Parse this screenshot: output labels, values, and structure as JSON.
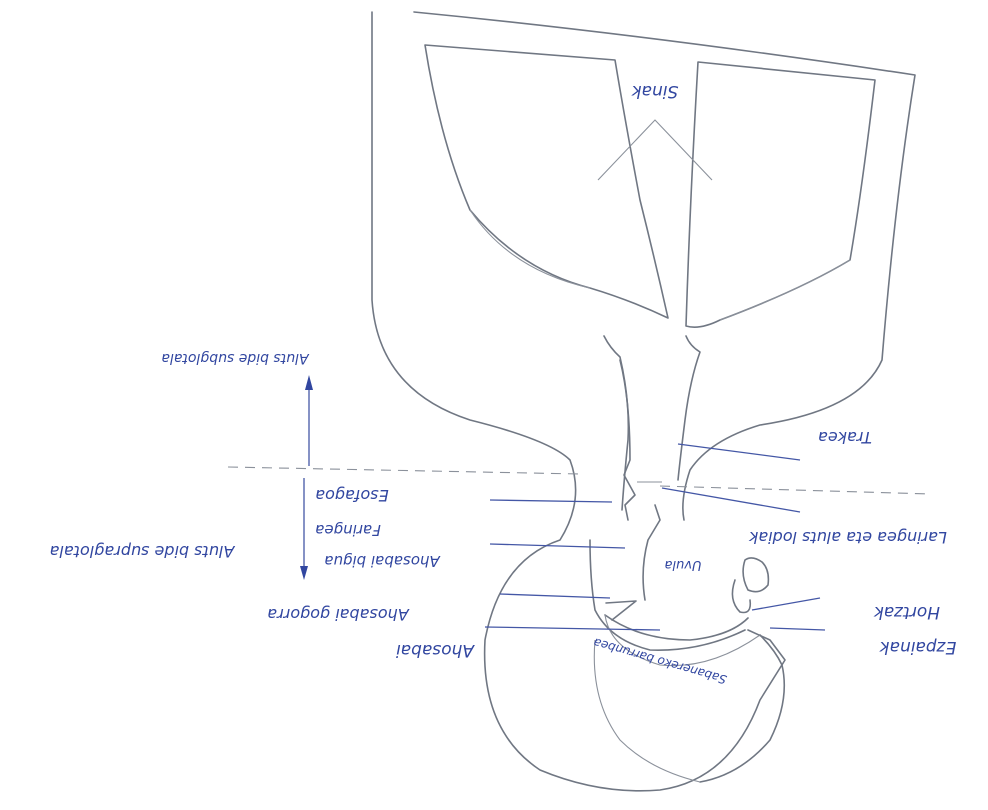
{
  "labels": {
    "sinus": "Sinak",
    "subglottic": "Aluts bide subglotala",
    "trachea": "Trakea",
    "esophagus": "Esofagoa",
    "larynx": "Laringea eta aluts lodiak",
    "pharynx": "Faringea",
    "oral_tongue": "Ahosabai bigua",
    "supraglottic": "Aluts bide supraglotala",
    "uvula": "Uvula",
    "palate": "Ahosabai",
    "hard_palate": "Ahosabai gogorra",
    "teeth": "Hortzak",
    "lips": "Ezpainak",
    "tongue": "Sabanereko barrunbea"
  },
  "colors": {
    "outline": "#707783",
    "ink": "#3146a0",
    "dashes": "#8b919b"
  }
}
